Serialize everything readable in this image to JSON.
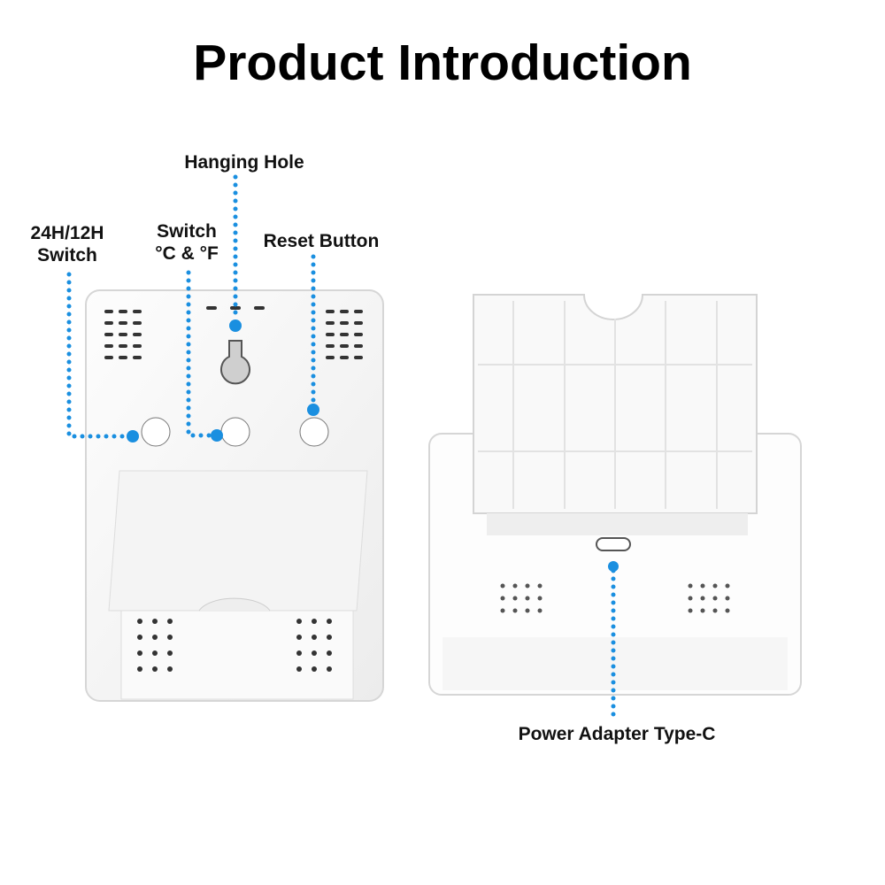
{
  "title": "Product Introduction",
  "callouts": {
    "hanging_hole": "Hanging Hole",
    "hour_switch_line1": "24H/12H",
    "hour_switch_line2": "Switch",
    "temp_switch_line1": "Switch",
    "temp_switch_line2": "°C & °F",
    "reset_button": "Reset Button",
    "power_adapter": "Power Adapter Type-C"
  },
  "colors": {
    "accent": "#1a8fe0",
    "device": "#ffffff",
    "outline": "#d8d8d8"
  }
}
